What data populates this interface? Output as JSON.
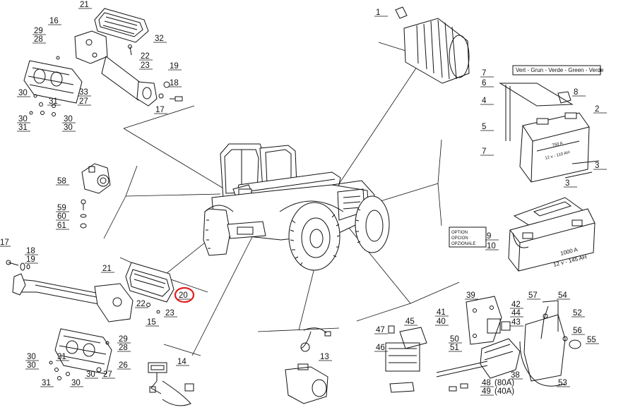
{
  "parts": {
    "p1": "1",
    "p2": "2",
    "p3": "3",
    "p3b": "3",
    "p4": "4",
    "p5": "5",
    "p6": "6",
    "p7": "7",
    "p7b": "7",
    "p8": "8",
    "p9": "9",
    "p10": "10",
    "p13": "13",
    "p14": "14",
    "p15": "15",
    "p16": "16",
    "p17": "17",
    "p17b": "17",
    "p18": "18",
    "p18b": "18",
    "p19": "19",
    "p19b": "19",
    "p20": "20",
    "p21": "21",
    "p21b": "21",
    "p22": "22",
    "p22b": "22",
    "p23": "23",
    "p23b": "23",
    "p26": "26",
    "p27": "27",
    "p27b": "27",
    "p28": "28",
    "p28b": "28",
    "p29": "29",
    "p29b": "29",
    "p30a": "30",
    "p30b": "30",
    "p30c": "30",
    "p30d": "30",
    "p30e": "30",
    "p30f": "30",
    "p30g": "30",
    "p30h": "30",
    "p31a": "31",
    "p31b": "31",
    "p31c": "31",
    "p31d": "31",
    "p32": "32",
    "p33": "33",
    "p38": "38",
    "p39": "39",
    "p40": "40",
    "p41": "41",
    "p42": "42",
    "p43": "43",
    "p44": "44",
    "p45": "45",
    "p46": "46",
    "p47": "47",
    "p48": "48",
    "p49": "49",
    "p50": "50",
    "p51": "51",
    "p52": "52",
    "p53": "53",
    "p54": "54",
    "p55": "55",
    "p56": "56",
    "p57": "57",
    "p58": "58",
    "p59": "59",
    "p60": "60",
    "p61": "61"
  },
  "annotations": {
    "cable_colors": "Vert - Grun - Verde - Green - Verde",
    "option_line1": "OPTION",
    "option_line2": "OPCION",
    "option_line3": "OPZIONALE",
    "fuse_80": "(80A)",
    "fuse_40": "(40A)",
    "battery_small_a": "750 A",
    "battery_small_b": "12 v - 110 AH",
    "battery_large_a": "1000 A",
    "battery_large_b": "12 v - 145 AH"
  },
  "highlight": {
    "part": "20",
    "color": "#e01e1e"
  }
}
